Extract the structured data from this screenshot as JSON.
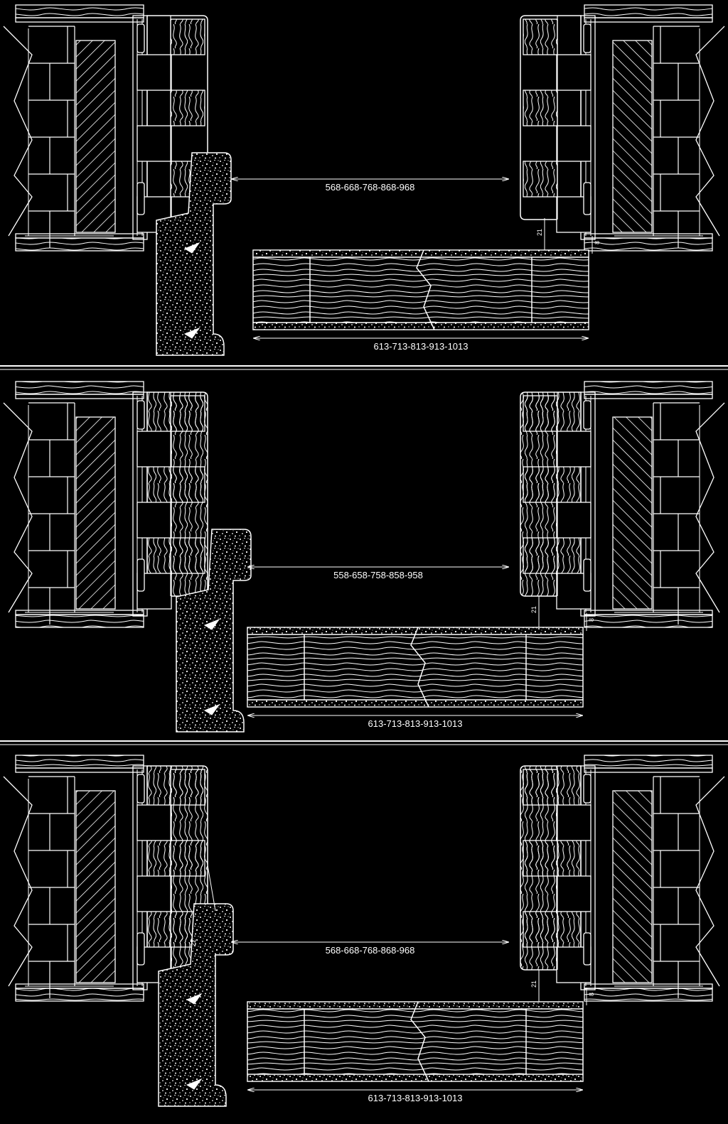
{
  "drawing": {
    "colors": {
      "background": "#000000",
      "line": "#ffffff"
    },
    "panels": [
      {
        "opening_dimension": "568-668-768-868-968",
        "leaf_dimension": "613-713-813-913-1013",
        "side_gap": "21",
        "top_gap": "8",
        "extra_dimension": ""
      },
      {
        "opening_dimension": "558-658-758-858-958",
        "leaf_dimension": "613-713-813-913-1013",
        "side_gap": "21",
        "top_gap": "8",
        "extra_dimension": ""
      },
      {
        "opening_dimension": "568-668-768-868-968",
        "leaf_dimension": "613-713-813-913-1013",
        "side_gap": "21",
        "top_gap": "8",
        "extra_dimension": "22"
      }
    ]
  }
}
